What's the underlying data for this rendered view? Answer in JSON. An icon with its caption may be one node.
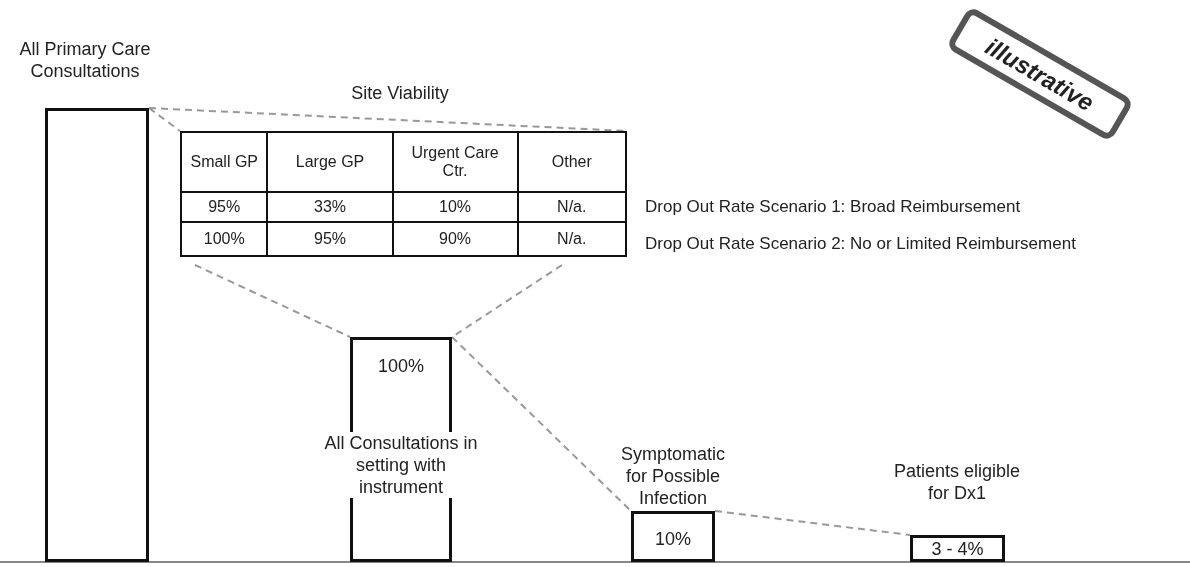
{
  "diagram": {
    "nodes": [
      {
        "text": [
          "All Primary Care Consultations"
        ]
      },
      {
        "text": [
          "Site Viability"
        ]
      },
      {
        "text": [
          "illustrative"
        ]
      },
      {
        "text": [
          "100%",
          "All Consultations in setting with instrument"
        ]
      },
      {
        "text": [
          "Symptomatic for Possible Infection",
          "10%"
        ]
      },
      {
        "text": [
          "Patients eligible for Dx1",
          "3 - 4%"
        ]
      }
    ],
    "edges": [
      {
        "from": 0,
        "to": 1,
        "arrow": "none",
        "style": "dashed"
      },
      {
        "from": 0,
        "to": 1,
        "arrow": "none",
        "style": "dashed"
      },
      {
        "from": 1,
        "to": 3,
        "arrow": "none",
        "style": "dashed"
      },
      {
        "from": 1,
        "to": 3,
        "arrow": "none",
        "style": "dashed"
      },
      {
        "from": 3,
        "to": 4,
        "arrow": "none",
        "style": "dashed"
      },
      {
        "from": 4,
        "to": 5,
        "arrow": "none",
        "style": "dashed"
      }
    ],
    "labels": [
      "Small GP",
      "Large GP",
      "Urgent Care Ctr.",
      "Other",
      "95%",
      "33%",
      "10%",
      "N/a.",
      "Drop Out Rate Scenario 1: Broad Reimbursement",
      "100%",
      "95%",
      "90%",
      "N/a.",
      "Drop Out Rate Scenario 2: No or Limited Reimbursement"
    ]
  }
}
